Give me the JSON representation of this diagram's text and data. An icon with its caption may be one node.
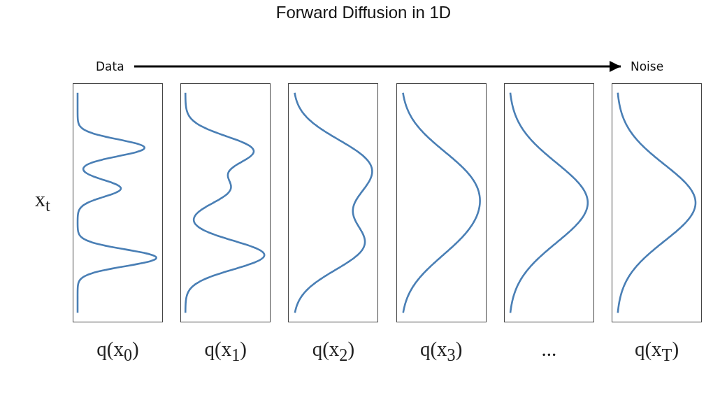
{
  "diagram": {
    "title": "Forward Diffusion in 1D",
    "nodes": [
      {
        "text": [
          "Data"
        ]
      },
      {
        "text": [
          "Noise"
        ]
      },
      {
        "text": [],
        "shape": "box",
        "beside": [
          "q(x$_{0}$)"
        ]
      },
      {
        "text": [],
        "shape": "box",
        "beside": [
          "q(x$_{1}$)"
        ]
      },
      {
        "text": [],
        "shape": "box",
        "beside": [
          "q(x$_{2}$)"
        ]
      },
      {
        "text": [],
        "shape": "box",
        "beside": [
          "q(x$_{3}$)"
        ]
      },
      {
        "text": [],
        "shape": "box",
        "beside": [
          "..."
        ]
      },
      {
        "text": [],
        "shape": "box",
        "beside": [
          "q(x$_{T}$)"
        ]
      }
    ],
    "edges": [
      {
        "from": 0,
        "to": 1,
        "arrow": "to"
      }
    ],
    "labels": [
      "x$_{t}$"
    ]
  }
}
